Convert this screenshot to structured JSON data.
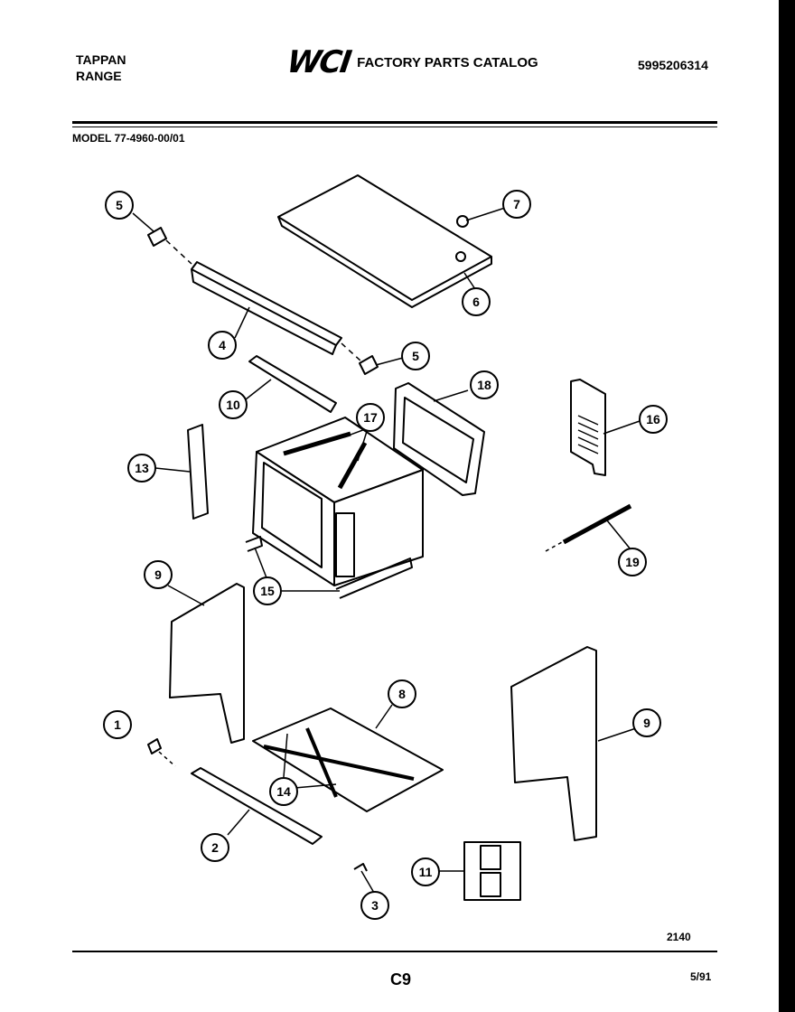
{
  "header": {
    "maker": "TAPPAN",
    "product": "RANGE",
    "logo": "WCI",
    "catalog_title": "FACTORY PARTS CATALOG",
    "catalog_number": "5995206314"
  },
  "model": "MODEL 77-4960-00/01",
  "callouts": [
    "1",
    "2",
    "3",
    "4",
    "5",
    "5",
    "6",
    "7",
    "8",
    "9",
    "9",
    "10",
    "11",
    "13",
    "14",
    "15",
    "16",
    "17",
    "18",
    "19"
  ],
  "footer": {
    "figure_code": "2140",
    "page": "C9",
    "date": "5/91"
  }
}
